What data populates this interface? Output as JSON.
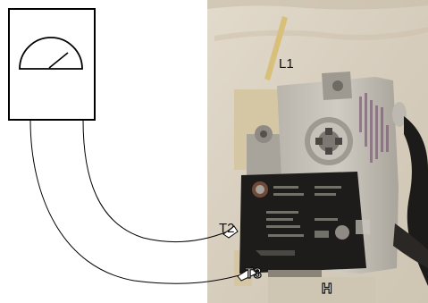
{
  "labels": {
    "l1": "L1",
    "t2": "T2",
    "t3": "T3",
    "h": "H"
  },
  "colors": {
    "wall": "#d8cfc0",
    "switch_housing": "#1e1c1a",
    "bracket": "#a8a49c",
    "outline": "#000000"
  }
}
